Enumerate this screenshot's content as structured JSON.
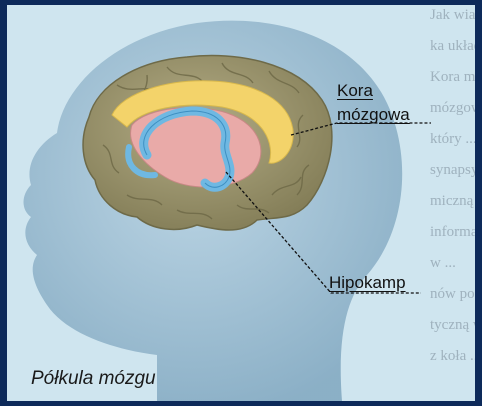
{
  "labels": {
    "cortex_line1": "Kora",
    "cortex_line2": "mózgowa",
    "hippocampus": "Hipokamp"
  },
  "caption": "Półkula mózgu",
  "background_text": [
    "Jak wiadomo, ...",
    "ka układu ...",
    "Kora mózgowa ...",
    "mózgowa ...",
    "który ...",
    "synapsy ...",
    "miczną ...",
    "informacji ...",
    "w ...",
    "nów pozwala ...",
    "tyczną w ...",
    "z koła ..."
  ],
  "colors": {
    "border": "#0d2a5a",
    "panel": "#cfe5ef",
    "head": "#8fb3c9",
    "cortex": "#9b9670",
    "yellow_band": "#f3d36a",
    "inner": "#e9aaa8",
    "hippocampus": "#6fb8e2"
  }
}
